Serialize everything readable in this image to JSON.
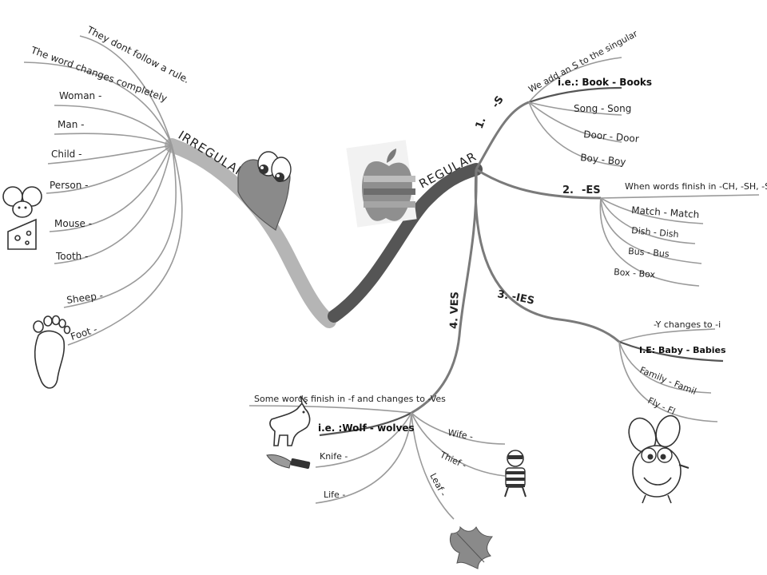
{
  "irregular": {
    "title": "IRREGULAR",
    "rule1": "They dont follow a rule.",
    "rule2": "The word changes completely",
    "items": [
      "Woman -",
      "Man -",
      "Child -",
      "Person -",
      "Mouse -",
      "Tooth -",
      "Sheep -",
      "Foot -"
    ]
  },
  "regular": {
    "title": "REGULAR",
    "s": {
      "num": "1.",
      "label": "-S",
      "rule": "We add an S to the singular",
      "example": "i.e.: Book - Books",
      "items": [
        "Song - Song",
        "Door - Door",
        "Boy - Boy"
      ]
    },
    "es": {
      "num": "2.",
      "label": "-ES",
      "rule": "When words finish in -CH, -SH, -S and -X",
      "items": [
        "Match - Match",
        "Dish - Dish",
        "Bus - Bus",
        "Box - Box"
      ]
    },
    "ies": {
      "num": "3.",
      "label": "-IES",
      "rule": "-Y changes to -i",
      "example": "I.E: Baby - Babies",
      "items": [
        "Family - Famil",
        "Fly - Fl"
      ]
    },
    "ves": {
      "label": "4. VES",
      "rule": "Some words finish in -f and changes to -Ves",
      "example": "i.e. :Wolf - wolves",
      "items": [
        "Knife -",
        "Life -",
        "Wife -",
        "Thief -",
        "Leaf -"
      ]
    }
  },
  "colors": {
    "main_light": "#b5b5b5",
    "main_dark": "#555555",
    "branch_line": "#9a9a9a"
  },
  "icons": [
    "mouse-icon",
    "foot-icon",
    "heart-mascot-icon",
    "apple-logo-icon",
    "wolf-icon",
    "knife-icon",
    "thief-icon",
    "leaf-icon",
    "fly-icon"
  ]
}
